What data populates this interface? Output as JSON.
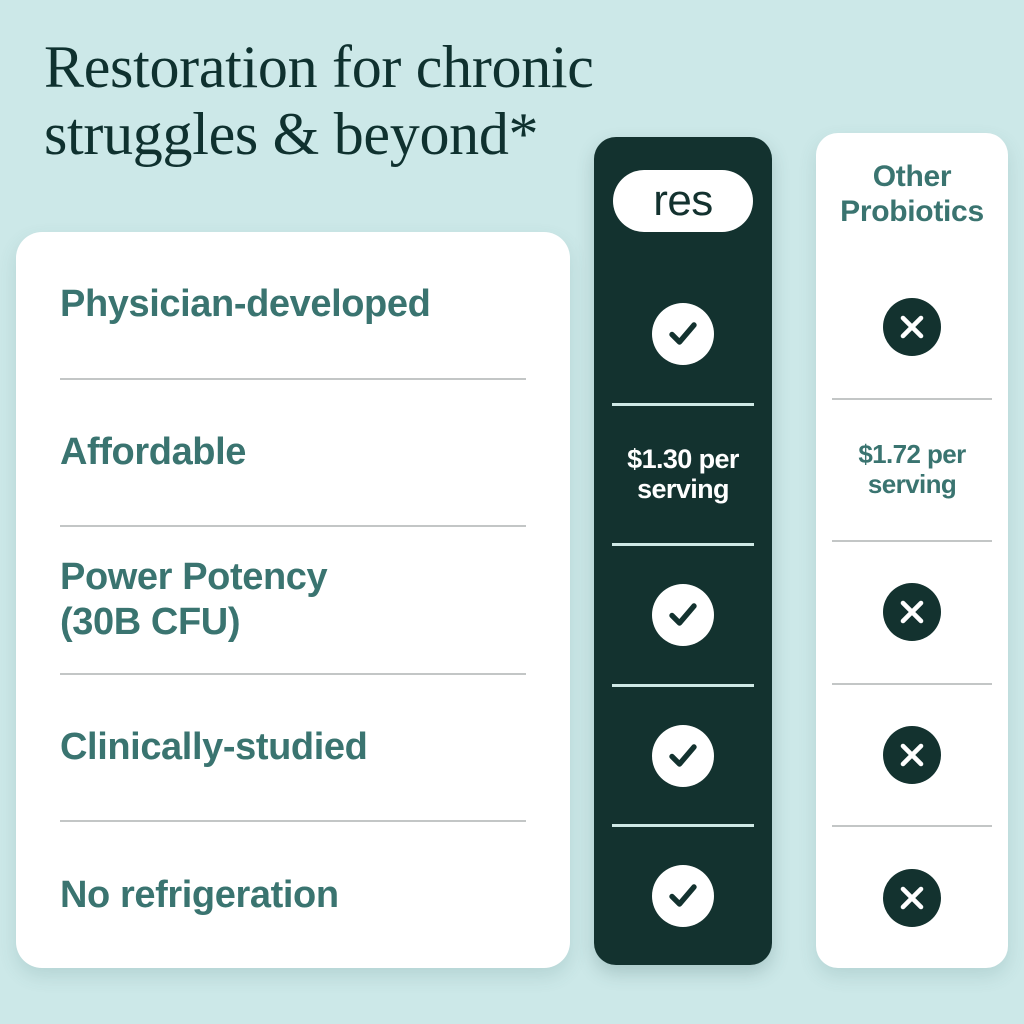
{
  "background_color": "#cce8e8",
  "colors": {
    "dark_teal": "#13322f",
    "headline_teal": "#0f312f",
    "label_teal": "#3a7470",
    "card_white": "#ffffff",
    "divider_gray": "#c3c6c6",
    "divider_mint": "#cfe9e6"
  },
  "headline": {
    "line1": "Restoration for chronic",
    "line2": "struggles & beyond*"
  },
  "features": [
    {
      "label": "Physician-developed"
    },
    {
      "label": "Affordable"
    },
    {
      "label": "Power Potency\n(30B CFU)"
    },
    {
      "label": "Clinically-studied"
    },
    {
      "label": "No refrigeration"
    }
  ],
  "columns": {
    "res": {
      "title": "res",
      "title_kind": "logo-pill",
      "cells": [
        {
          "kind": "check",
          "icon": "check-icon"
        },
        {
          "kind": "text",
          "line1": "$1.30 per",
          "line2": "serving"
        },
        {
          "kind": "check",
          "icon": "check-icon"
        },
        {
          "kind": "check",
          "icon": "check-icon"
        },
        {
          "kind": "check",
          "icon": "check-icon"
        }
      ]
    },
    "other": {
      "title_line1": "Other",
      "title_line2": "Probiotics",
      "cells": [
        {
          "kind": "cross",
          "icon": "x-icon"
        },
        {
          "kind": "text",
          "line1": "$1.72 per",
          "line2": "serving"
        },
        {
          "kind": "cross",
          "icon": "x-icon"
        },
        {
          "kind": "cross",
          "icon": "x-icon"
        },
        {
          "kind": "cross",
          "icon": "x-icon"
        }
      ]
    }
  }
}
